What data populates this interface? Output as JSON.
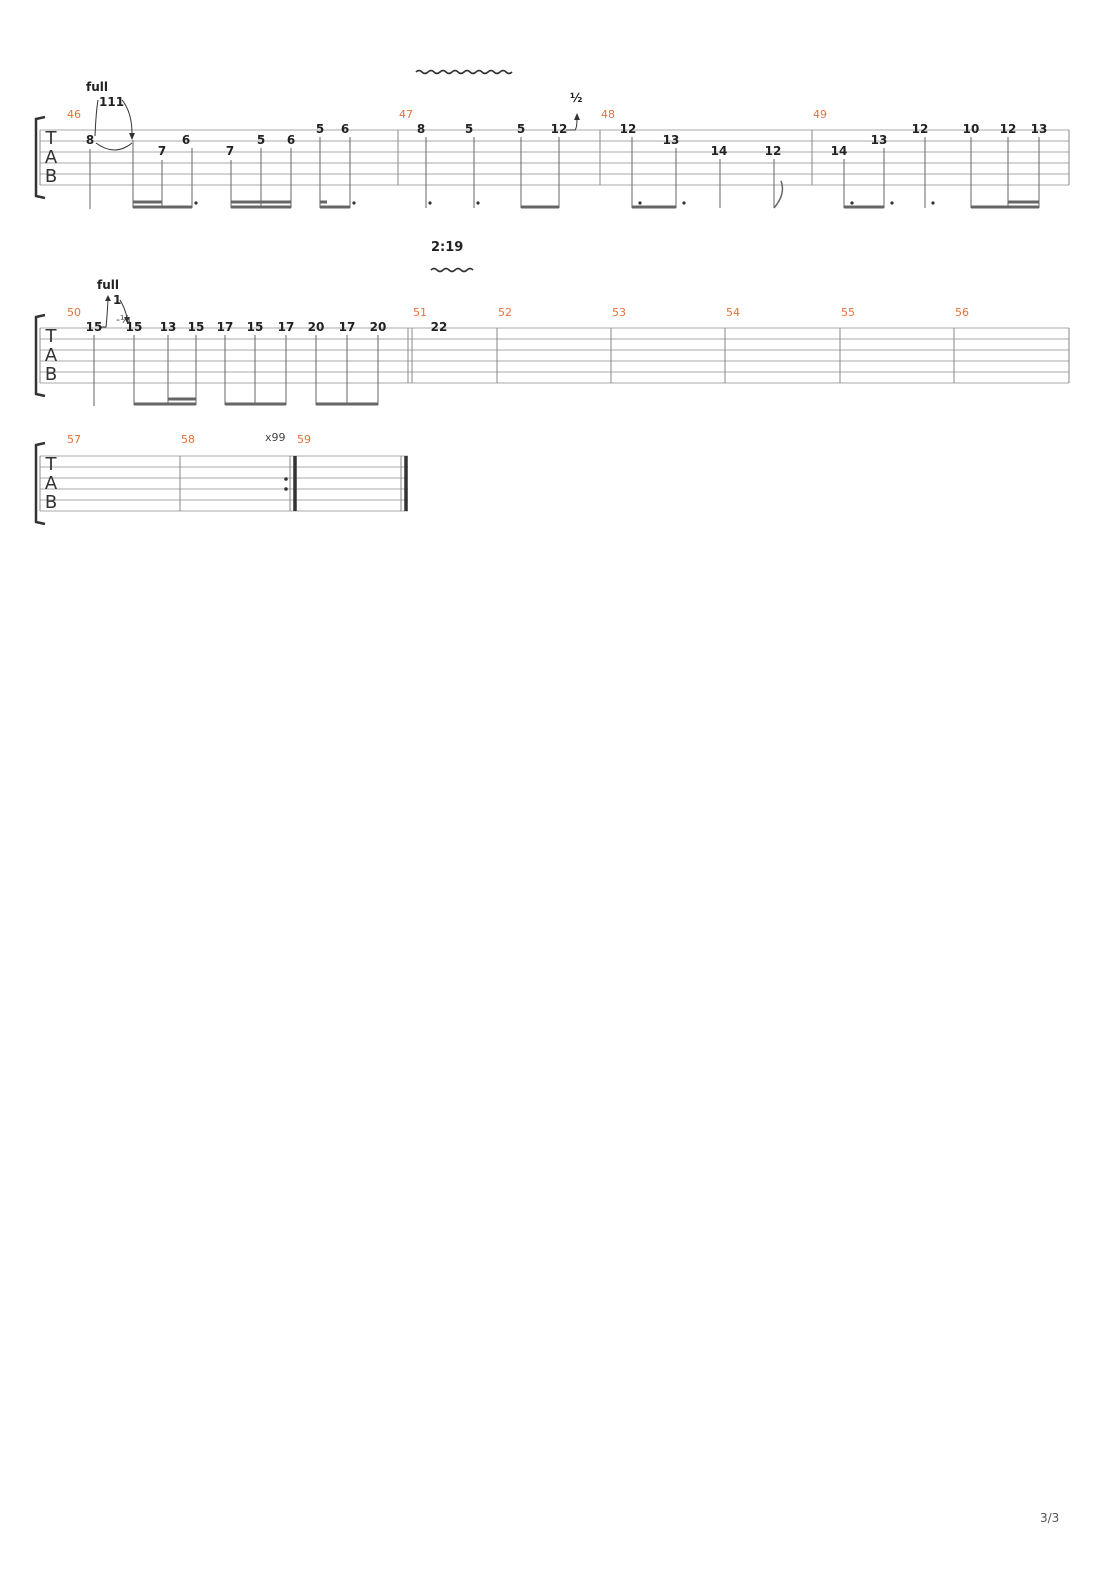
{
  "page": {
    "number": "3/3"
  },
  "colors": {
    "bar_number": "#e8703a",
    "line": "#999999",
    "note": "#222222",
    "beam": "#666666"
  },
  "tab_clef": [
    "T",
    "A",
    "B"
  ],
  "annotations": {
    "bend_full_1": "full",
    "bend_full_1_marks": "111",
    "bend_half": "½",
    "timestamp": "2:19",
    "bend_full_2": "full",
    "bend_full_2_marks": "1",
    "bend_full_2_release": "-¼",
    "repeat_count": "x99"
  },
  "systems": [
    {
      "bars": [
        {
          "number": "46",
          "notes": [
            "8",
            "7",
            "6",
            "7",
            "5",
            "6",
            "5",
            "6"
          ]
        },
        {
          "number": "47",
          "notes": [
            "8",
            "5",
            "5",
            "12"
          ]
        },
        {
          "number": "48",
          "notes": [
            "12",
            "13",
            "14",
            "12"
          ]
        },
        {
          "number": "49",
          "notes": [
            "14",
            "13",
            "12",
            "10",
            "12",
            "13"
          ]
        }
      ]
    },
    {
      "bars": [
        {
          "number": "50",
          "notes": [
            "15",
            "15",
            "13",
            "15",
            "17",
            "15",
            "17",
            "20",
            "17",
            "20"
          ]
        },
        {
          "number": "51",
          "notes": [
            "22"
          ]
        },
        {
          "number": "52",
          "notes": []
        },
        {
          "number": "53",
          "notes": []
        },
        {
          "number": "54",
          "notes": []
        },
        {
          "number": "55",
          "notes": []
        },
        {
          "number": "56",
          "notes": []
        }
      ]
    },
    {
      "bars": [
        {
          "number": "57",
          "notes": []
        },
        {
          "number": "58",
          "notes": []
        },
        {
          "number": "59",
          "notes": []
        }
      ]
    }
  ]
}
